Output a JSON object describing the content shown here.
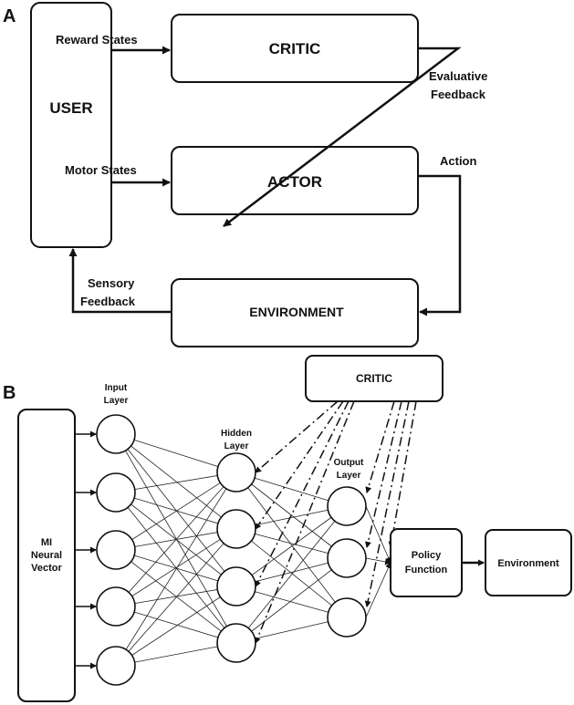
{
  "panel_a": {
    "label": "A",
    "user": "USER",
    "critic": "CRITIC",
    "actor": "ACTOR",
    "environment": "ENVIRONMENT",
    "reward_states": "Reward States",
    "motor_states": "Motor States",
    "evaluative_1": "Evaluative",
    "evaluative_2": "Feedback",
    "action": "Action",
    "sensory_1": "Sensory",
    "sensory_2": "Feedback"
  },
  "panel_b": {
    "label": "B",
    "mi_1": "MI",
    "mi_2": "Neural",
    "mi_3": "Vector",
    "input_1": "Input",
    "input_2": "Layer",
    "hidden_1": "Hidden",
    "hidden_2": "Layer",
    "output_1": "Output",
    "output_2": "Layer",
    "critic": "CRITIC",
    "policy_1": "Policy",
    "policy_2": "Function",
    "environment": "Environment"
  }
}
